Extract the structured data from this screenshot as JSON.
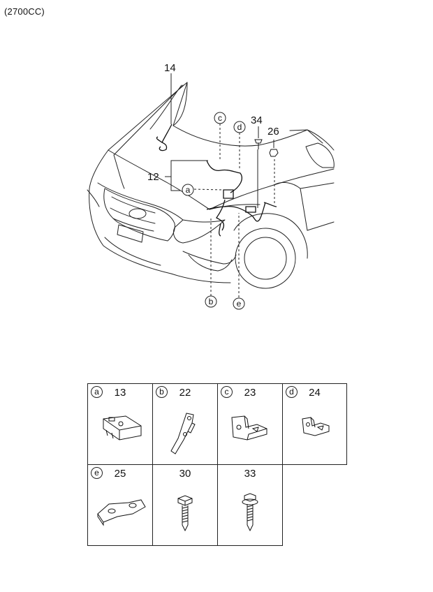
{
  "engine_label": "(2700CC)",
  "callouts": {
    "c14": "14",
    "c12": "12",
    "c34": "34",
    "c26": "26"
  },
  "letters": {
    "a": "a",
    "b": "b",
    "c": "c",
    "d": "d",
    "e": "e"
  },
  "parts": [
    {
      "letter": "a",
      "number": "13",
      "icon": "connector-block-icon"
    },
    {
      "letter": "b",
      "number": "22",
      "icon": "wire-bracket-icon"
    },
    {
      "letter": "c",
      "number": "23",
      "icon": "mounting-bracket-icon"
    },
    {
      "letter": "d",
      "number": "24",
      "icon": "small-bracket-icon"
    },
    {
      "letter": "e",
      "number": "25",
      "icon": "flat-plate-bracket-icon"
    },
    {
      "letter": "",
      "number": "30",
      "icon": "bolt-icon"
    },
    {
      "letter": "",
      "number": "33",
      "icon": "flange-bolt-icon"
    }
  ]
}
